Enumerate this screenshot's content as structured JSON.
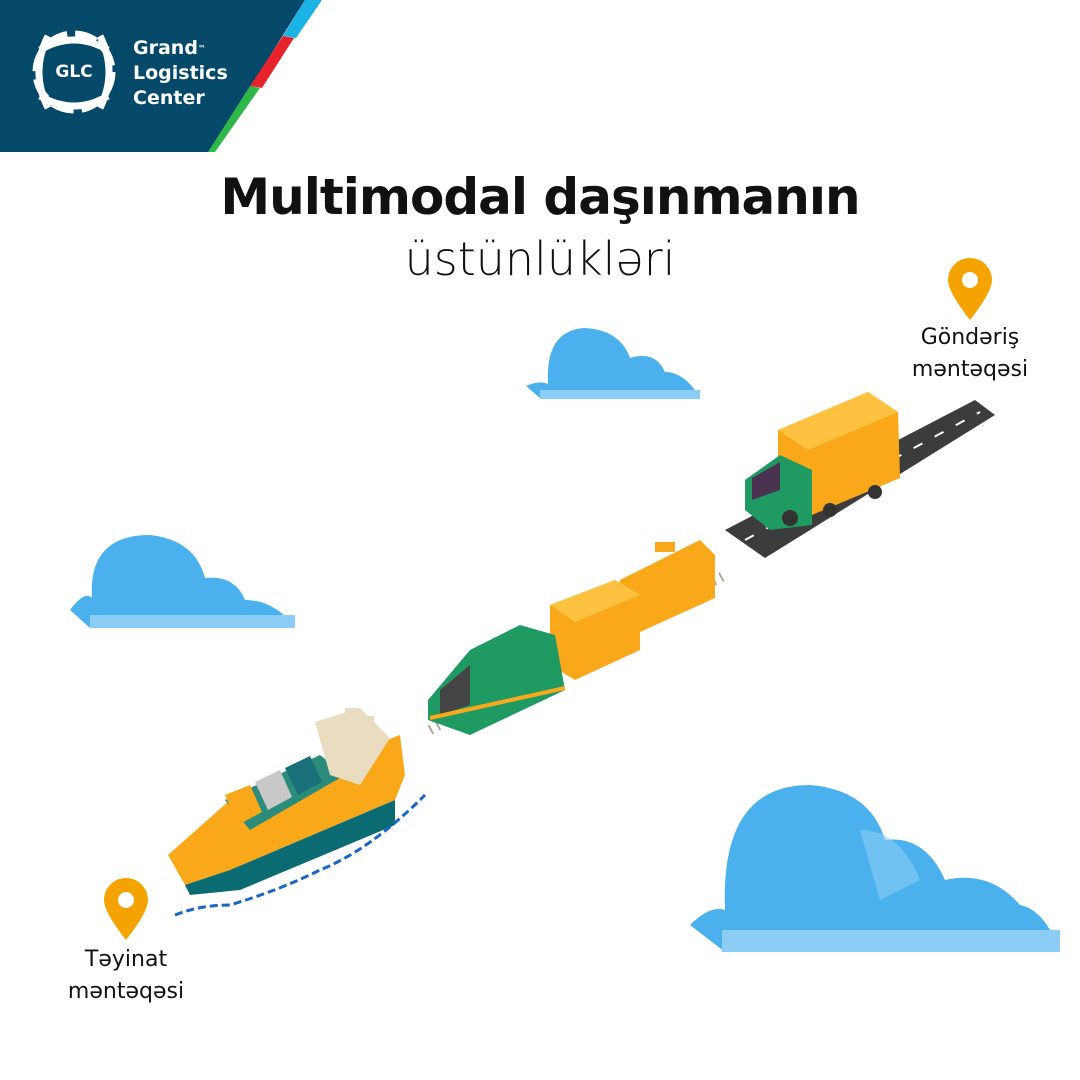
{
  "logo": {
    "mark": "GLC",
    "line1": "Grand",
    "tm": "™",
    "line2": "Logistics",
    "line3": "Center"
  },
  "title": {
    "line1": "Multimodal daşınmanın",
    "line2": "üstünlükləri"
  },
  "origin": {
    "line1": "Göndəriş",
    "line2": "məntəqəsi",
    "icon": "map-pin-icon"
  },
  "destination": {
    "line1": "Təyinat",
    "line2": "məntəqəsi",
    "icon": "map-pin-icon"
  },
  "colors": {
    "header": "#04496a",
    "accent_cyan": "#1bb3e6",
    "accent_red": "#e8222a",
    "accent_green": "#2fb84a",
    "pin": "#f5a300",
    "cloud": "#4ab0ee",
    "cargo": "#f9a81a",
    "vehicle": "#1f9a62"
  }
}
